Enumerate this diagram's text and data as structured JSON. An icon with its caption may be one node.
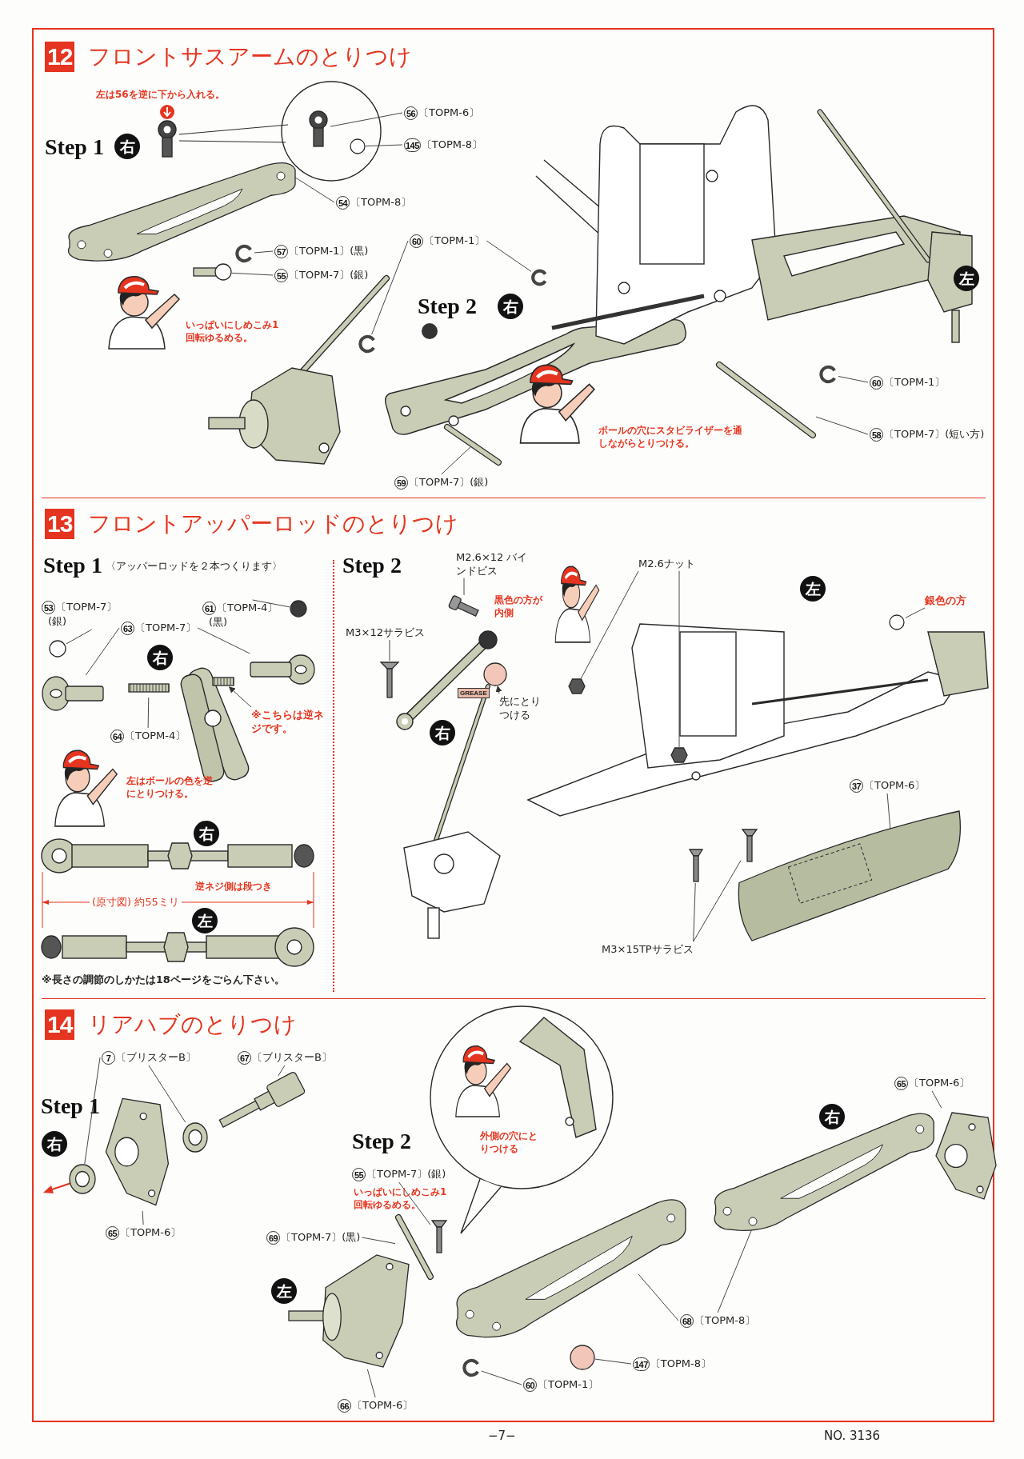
{
  "diagram": {
    "nodes": [
      {
        "text": [
          "56",
          "〔TOPM-6〕"
        ]
      },
      {
        "text": [],
        "shape": "picture"
      },
      {
        "text": [
          "145",
          "〔TOPM-8〕"
        ]
      },
      {
        "text": [],
        "shape": "circle"
      },
      {
        "text": [
          "54",
          "〔TOPM-8〕"
        ]
      },
      {
        "text": [],
        "shape": "picture"
      },
      {
        "text": [
          "57",
          "〔TOPM-1〕(黒)"
        ]
      },
      {
        "text": [],
        "shape": "picture"
      },
      {
        "text": [
          "55",
          "〔TOPM-7〕(銀)"
        ]
      },
      {
        "text": [],
        "shape": "picture"
      },
      {
        "text": [
          "60",
          "〔TOPM-1〕"
        ]
      },
      {
        "text": [],
        "shape": "picture"
      },
      {
        "text": [],
        "shape": "picture"
      },
      {
        "text": [
          "60",
          "〔TOPM-1〕"
        ]
      },
      {
        "text": [],
        "shape": "picture"
      },
      {
        "text": [
          "58",
          "〔TOPM-7〕(短い方)"
        ]
      },
      {
        "text": [],
        "shape": "picture"
      },
      {
        "text": [
          "59",
          "〔TOPM-7〕(銀)"
        ]
      },
      {
        "text": [],
        "shape": "picture"
      },
      {
        "text": [
          "53",
          "〔TOPM-7〕",
          "(銀)"
        ]
      },
      {
        "text": [],
        "shape": "circle"
      },
      {
        "text": [
          "61",
          "〔TOPM-4〕",
          "(黒)"
        ]
      },
      {
        "text": [],
        "shape": "circle"
      },
      {
        "text": [
          "63",
          "〔TOPM-7〕"
        ]
      },
      {
        "text": [],
        "shape": "picture"
      },
      {
        "text": [],
        "shape": "picture"
      },
      {
        "text": [
          "64",
          "〔TOPM-4〕"
        ]
      },
      {
        "text": [],
        "shape": "picture"
      },
      {
        "text": [
          "※こちらは逆ネジです。"
        ]
      },
      {
        "text": [],
        "shape": "picture"
      },
      {
        "text": [
          "M2.6×12 バインドビス"
        ]
      },
      {
        "text": [],
        "shape": "picture"
      },
      {
        "text": [
          "M3×12サラビス"
        ]
      },
      {
        "text": [],
        "shape": "picture"
      },
      {
        "text": [
          "先にとりつける"
        ]
      },
      {
        "text": [],
        "shape": "circle"
      },
      {
        "text": [
          "M2.6ナット"
        ]
      },
      {
        "text": [],
        "shape": "hexagon"
      },
      {
        "text": [],
        "shape": "hexagon"
      },
      {
        "text": [
          "銀色の方"
        ]
      },
      {
        "text": [],
        "shape": "circle"
      },
      {
        "text": [
          "37",
          "〔TOPM-6〕"
        ]
      },
      {
        "text": [],
        "shape": "picture"
      },
      {
        "text": [
          "M3×15TPサラビス"
        ]
      },
      {
        "text": [],
        "shape": "picture"
      },
      {
        "text": [],
        "shape": "picture"
      },
      {
        "text": [
          "7",
          "〔ブリスターB〕"
        ]
      },
      {
        "text": [],
        "shape": "picture"
      },
      {
        "text": [],
        "shape": "picture"
      },
      {
        "text": [
          "67",
          "〔ブリスターB〕"
        ]
      },
      {
        "text": [],
        "shape": "picture"
      },
      {
        "text": [
          "65",
          "〔TOPM-6〕"
        ]
      },
      {
        "text": [],
        "shape": "picture"
      },
      {
        "text": [
          "55",
          "〔TOPM-7〕(銀)"
        ]
      },
      {
        "text": [],
        "shape": "picture"
      },
      {
        "text": [
          "69",
          "〔TOPM-7〕(黒)"
        ]
      },
      {
        "text": [],
        "shape": "picture"
      },
      {
        "text": [
          "66",
          "〔TOPM-6〕"
        ]
      },
      {
        "text": [],
        "shape": "picture"
      },
      {
        "text": [
          "60",
          "〔TOPM-1〕"
        ]
      },
      {
        "text": [],
        "shape": "picture"
      },
      {
        "text": [
          "147",
          "〔TOPM-8〕"
        ]
      },
      {
        "text": [],
        "shape": "circle"
      },
      {
        "text": [
          "68",
          "〔TOPM-8〕"
        ]
      },
      {
        "text": [],
        "shape": "picture"
      },
      {
        "text": [],
        "shape": "picture"
      },
      {
        "text": [
          "65",
          "〔TOPM-6〕"
        ]
      },
      {
        "text": [],
        "shape": "picture"
      }
    ],
    "edges": [
      {
        "from": 0,
        "to": 1,
        "arrow": "none"
      },
      {
        "from": 2,
        "to": 3,
        "arrow": "none"
      },
      {
        "from": 4,
        "to": 5,
        "arrow": "none"
      },
      {
        "from": 6,
        "to": 7,
        "arrow": "none"
      },
      {
        "from": 8,
        "to": 9,
        "arrow": "none"
      },
      {
        "from": 10,
        "to": 11,
        "arrow": "none"
      },
      {
        "from": 10,
        "to": 12,
        "arrow": "none"
      },
      {
        "from": 13,
        "to": 14,
        "arrow": "none"
      },
      {
        "from": 15,
        "to": 16,
        "arrow": "none"
      },
      {
        "from": 17,
        "to": 18,
        "arrow": "none"
      },
      {
        "from": 19,
        "to": 20,
        "arrow": "none"
      },
      {
        "from": 21,
        "to": 22,
        "arrow": "none"
      },
      {
        "from": 23,
        "to": 24,
        "arrow": "none"
      },
      {
        "from": 23,
        "to": 25,
        "arrow": "none"
      },
      {
        "from": 26,
        "to": 27,
        "arrow": "none"
      },
      {
        "from": 28,
        "to": 29,
        "arrow": "to"
      },
      {
        "from": 30,
        "to": 31,
        "arrow": "none"
      },
      {
        "from": 32,
        "to": 33,
        "arrow": "none"
      },
      {
        "from": 34,
        "to": 35,
        "arrow": "to"
      },
      {
        "from": 36,
        "to": 37,
        "arrow": "none"
      },
      {
        "from": 36,
        "to": 38,
        "arrow": "none"
      },
      {
        "from": 39,
        "to": 40,
        "arrow": "none"
      },
      {
        "from": 41,
        "to": 42,
        "arrow": "none"
      },
      {
        "from": 43,
        "to": 44,
        "arrow": "none"
      },
      {
        "from": 43,
        "to": 45,
        "arrow": "none"
      },
      {
        "from": 46,
        "to": 47,
        "arrow": "none"
      },
      {
        "from": 46,
        "to": 48,
        "arrow": "none"
      },
      {
        "from": 49,
        "to": 50,
        "arrow": "none"
      },
      {
        "from": 51,
        "to": 52,
        "arrow": "none"
      },
      {
        "from": 53,
        "to": 54,
        "arrow": "none"
      },
      {
        "from": 55,
        "to": 56,
        "arrow": "none"
      },
      {
        "from": 57,
        "to": 58,
        "arrow": "none"
      },
      {
        "from": 59,
        "to": 60,
        "arrow": "none"
      },
      {
        "from": 61,
        "to": 62,
        "arrow": "none"
      },
      {
        "from": 63,
        "to": 64,
        "arrow": "none"
      },
      {
        "from": 63,
        "to": 65,
        "arrow": "none"
      },
      {
        "from": 66,
        "to": 67,
        "arrow": "none"
      }
    ],
    "labels": [
      "12",
      "フロントサスアームのとりつけ",
      "左は56を逆に下から入れる。",
      "Step 1",
      "右",
      "いっぱいにしめこみ1回転ゆるめる。",
      "Step 2",
      "右",
      "左",
      "ボールの穴にスタビライザーを通しながらとりつける。",
      "13",
      "フロントアッパーロッドのとりつけ",
      "Step 1",
      "〈アッパーロッドを２本つくります〉",
      "右",
      "左はボールの色を逆にとりつける。",
      "右",
      "逆ネジ側は段つき",
      "(原寸図) 約55ミリ",
      "左",
      "※長さの調節のしかたは18ページをごらん下さい。",
      "Step 2",
      "黒色の方が内側",
      "GREASE",
      "右",
      "左",
      "14",
      "リアハブのとりつけ",
      "Step 1",
      "右",
      "Step 2",
      "外側の穴にとりつける",
      "いっぱいにしめこみ1回転ゆるめる。",
      "左",
      "右",
      "−7−",
      "NO. 3136"
    ]
  }
}
